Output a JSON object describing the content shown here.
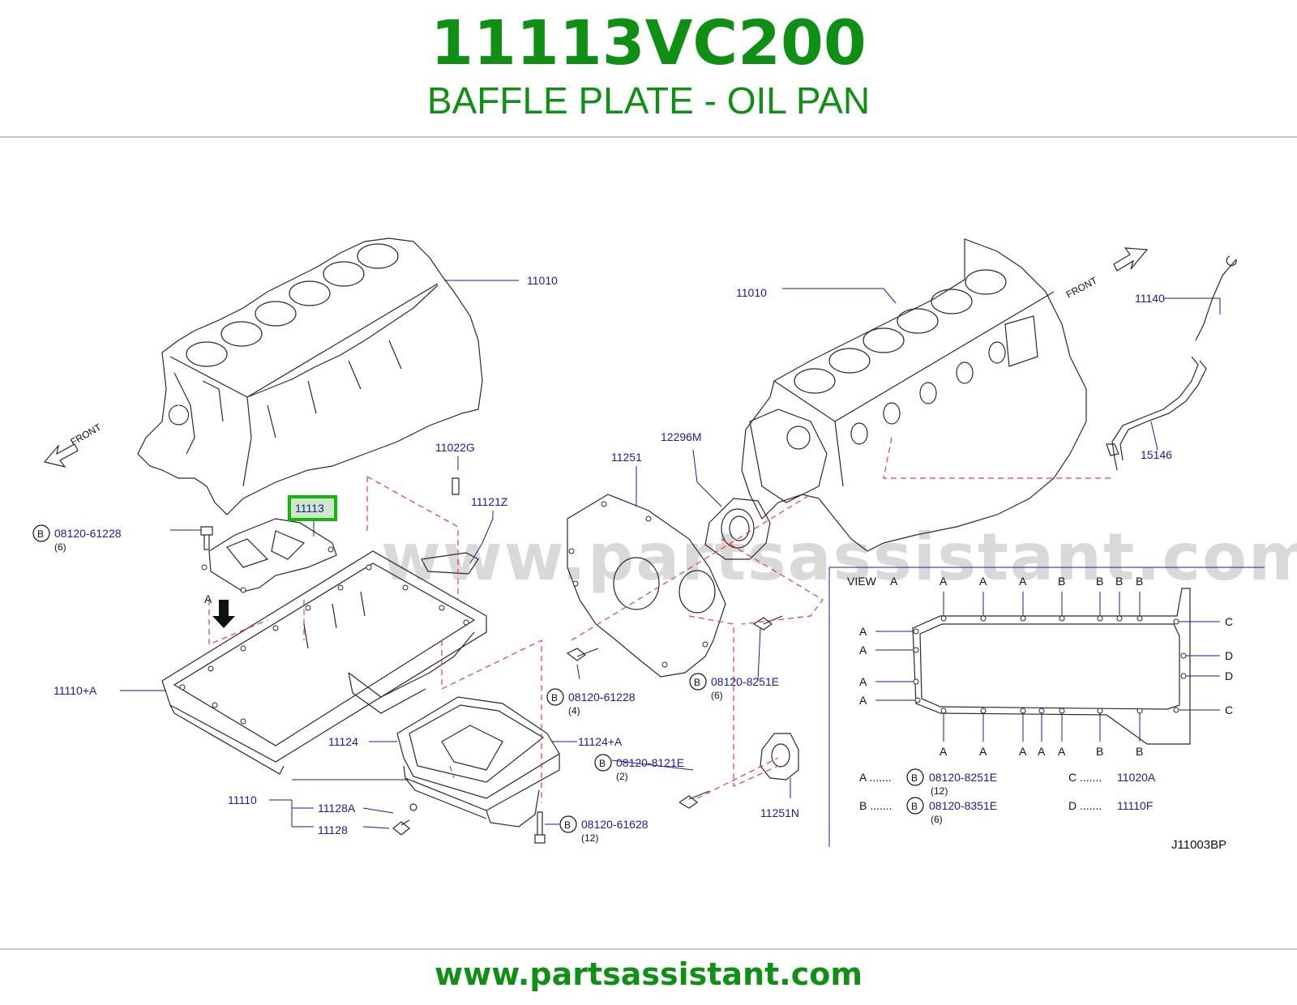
{
  "header": {
    "part_number": "11113VC200",
    "part_name": "BAFFLE PLATE - OIL PAN"
  },
  "footer": {
    "url": "www.partsassistant.com"
  },
  "watermark": "www.partsassistant.com",
  "diagram": {
    "code": "J11003BP",
    "front_left": "FRONT",
    "front_right": "FRONT",
    "highlighted_part": "11113",
    "labels": {
      "block_left": "11010",
      "block_right": "11010",
      "dipstick": "11140",
      "guide": "15146",
      "dowel": "11022G",
      "strainer": "11121Z",
      "rear_plate": "11251",
      "seal_retainer": "12296M",
      "upper_pan": "11110+A",
      "gasket": "11124",
      "gasket_plus": "11124+A",
      "pan_assy": "11110",
      "washer": "11128A",
      "drain_plug": "11128",
      "cover": "11251N",
      "view_a_marker": "A"
    },
    "bolts": {
      "b1": {
        "circle": "B",
        "part": "08120-61228",
        "qty": "(6)"
      },
      "b2": {
        "circle": "B",
        "part": "08120-61228",
        "qty": "(4)"
      },
      "b3": {
        "circle": "B",
        "part": "08120-8251E",
        "qty": "(6)"
      },
      "b4": {
        "circle": "B",
        "part": "08120-8121E",
        "qty": "(2)"
      },
      "b5": {
        "circle": "B",
        "part": "08120-61628",
        "qty": "(12)"
      }
    },
    "view": {
      "title": "VIEW",
      "title_letter": "A",
      "top_letters": [
        "A",
        "A",
        "A",
        "B",
        "B",
        "B",
        "B"
      ],
      "bottom_letters": [
        "A",
        "A",
        "A",
        "A",
        "A",
        "B",
        "B"
      ],
      "left_letters": [
        "A",
        "A",
        "A",
        "A"
      ],
      "right_letters": [
        "C",
        "D",
        "D",
        "C"
      ]
    },
    "legend": {
      "a_key": "A .......",
      "a_circle": "B",
      "a_part": "08120-8251E",
      "a_qty": "(12)",
      "b_key": "B .......",
      "b_circle": "B",
      "b_part": "08120-8351E",
      "b_qty": "(6)",
      "c_key": "C .......",
      "c_part": "11020A",
      "d_key": "D .......",
      "d_part": "11110F"
    }
  }
}
